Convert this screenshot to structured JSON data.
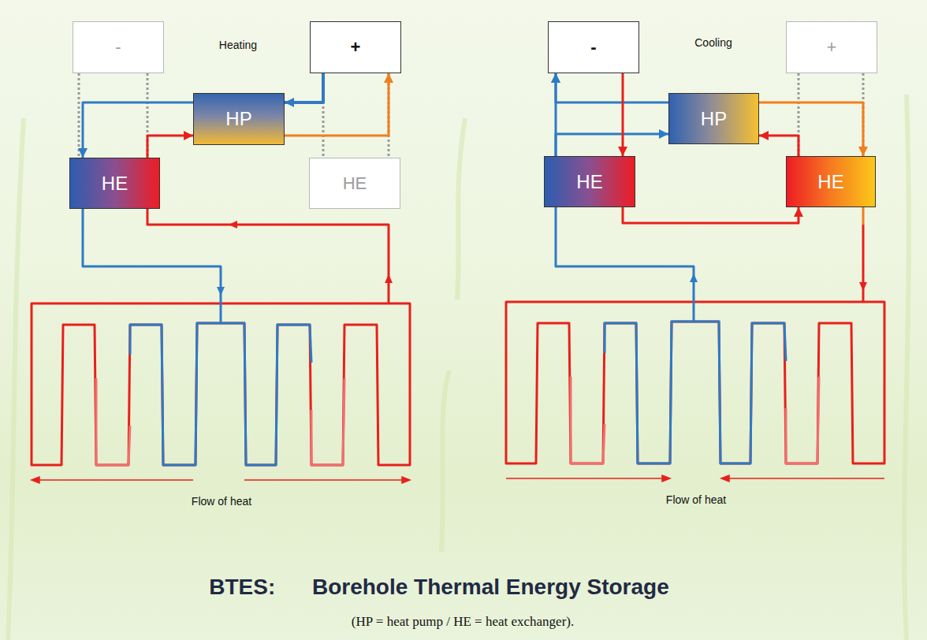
{
  "diagram": {
    "title": "BTES:      Borehole Thermal Energy Storage",
    "caption": "(HP = heat pump / HE = heat exchanger).",
    "nodes": [
      {
        "text": [
          "-"
        ]
      },
      {
        "text": [
          "+"
        ]
      },
      {
        "text": [
          "HP"
        ]
      },
      {
        "text": [
          "HE"
        ]
      },
      {
        "text": [
          "HE"
        ]
      },
      {
        "text": [
          "-"
        ]
      },
      {
        "text": [
          "+"
        ]
      },
      {
        "text": [
          "HP"
        ]
      },
      {
        "text": [
          "HE"
        ]
      },
      {
        "text": [
          "HE"
        ]
      }
    ],
    "edges": [
      {
        "from": 1,
        "to": 2,
        "arrow": "to"
      },
      {
        "from": 2,
        "to": 1,
        "arrow": "to"
      },
      {
        "from": 2,
        "to": 3,
        "arrow": "to"
      },
      {
        "from": 3,
        "to": 2,
        "arrow": "to"
      },
      {
        "from": 0,
        "to": 3,
        "arrow": "none"
      },
      {
        "from": 1,
        "to": 4,
        "arrow": "none"
      },
      {
        "from": 7,
        "to": 5,
        "arrow": "to"
      },
      {
        "from": 8,
        "to": 5,
        "arrow": "to"
      },
      {
        "from": 8,
        "to": 7,
        "arrow": "to"
      },
      {
        "from": 5,
        "to": 8,
        "arrow": "to"
      },
      {
        "from": 7,
        "to": 9,
        "arrow": "to"
      },
      {
        "from": 9,
        "to": 7,
        "arrow": "to"
      },
      {
        "from": 8,
        "to": 9,
        "arrow": "to"
      },
      {
        "from": 6,
        "to": 9,
        "arrow": "none"
      }
    ],
    "labels": [
      "Heating",
      "Cooling",
      "Flow of heat",
      "Flow of heat"
    ]
  }
}
